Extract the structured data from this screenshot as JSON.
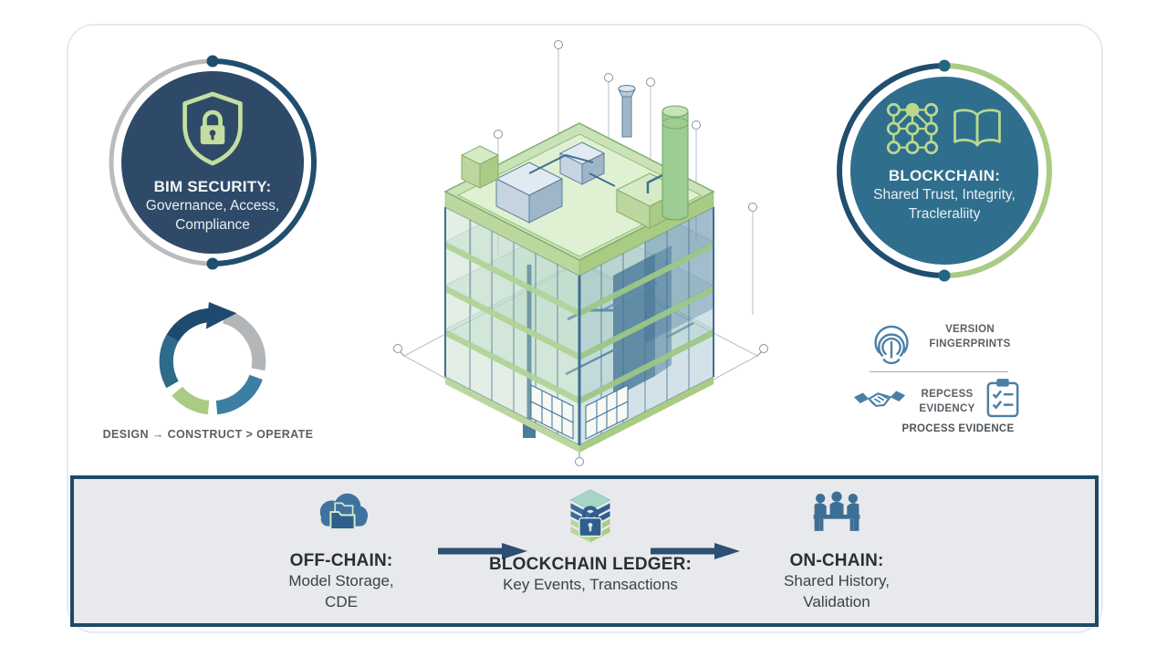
{
  "colors": {
    "navy": "#1f4a70",
    "dark_blue_circle": "#2e4a68",
    "teal_circle": "#2f6f8d",
    "green": "#a9cb84",
    "light_green": "#c3de9f",
    "steel_blue": "#4a80a6",
    "ring_gray": "#b9bcbe",
    "bar_background": "#e8e9ec",
    "bar_border": "#1d4a66",
    "arrow": "#2d4f72",
    "heading_text": "#2b2f35",
    "body_text": "#3c4147",
    "muted_text": "#5a6066"
  },
  "left_badge": {
    "title": "BIM SECURITY:",
    "line1": "Governance, Access,",
    "line2": "Compliance"
  },
  "lifecycle": {
    "caption": "DESIGN → CONSTRUCT > OPERATE"
  },
  "right_badge": {
    "title": "BLOCKCHAIN:",
    "line1": "Shared Trust, Integrity,",
    "line2": "Tracleraliity"
  },
  "evidence_panel": {
    "fingerprint_line1": "VERSION",
    "fingerprint_line2": "FINGERPRINTS",
    "process_line1": "REPCESS",
    "process_line2": "EVIDENCY",
    "caption": "PROCESS EVIDENCE"
  },
  "flow_bar": {
    "items": [
      {
        "title": "OFF-CHAIN:",
        "line1": "Model Storage,",
        "line2": "CDE"
      },
      {
        "title": "BLOCKCHAIN LEDGER:",
        "line1": "Key Events, Transactions",
        "line2": ""
      },
      {
        "title": "ON-CHAIN:",
        "line1": "Shared History,",
        "line2": "Validation"
      }
    ]
  },
  "icons": {
    "left_badge": "shield-lock-icon",
    "lifecycle": "cycle-arrow-ring-icon",
    "right_badge": [
      "network-nodes-icon",
      "open-book-icon"
    ],
    "evidence": [
      "fingerprint-icon",
      "handshake-icon",
      "clipboard-checklist-icon"
    ],
    "flow": [
      "cloud-folders-icon",
      "ledger-lock-icon",
      "people-table-icon"
    ],
    "connector": "arrow-right-icon",
    "center": "isometric-building-illustration"
  }
}
